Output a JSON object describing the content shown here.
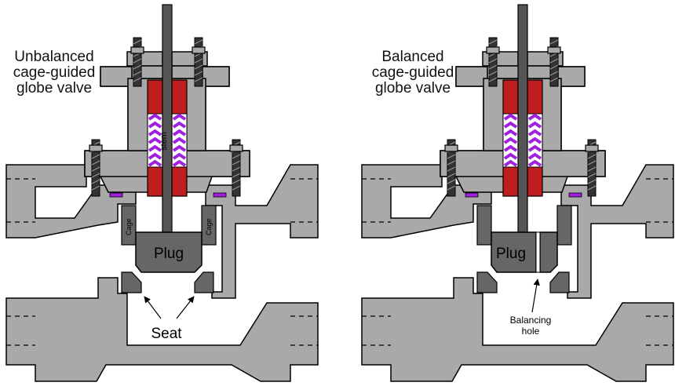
{
  "left_valve": {
    "title": [
      "Unbalanced",
      "cage-guided",
      "globe valve"
    ],
    "stem_label": "stem",
    "cage_label": "Cage",
    "plug_label": "Plug",
    "seat_label": "Seat"
  },
  "right_valve": {
    "title": [
      "Balanced",
      "cage-guided",
      "globe valve"
    ],
    "plug_label": "Plug",
    "hole_label": [
      "Balancing",
      "hole"
    ]
  },
  "colors": {
    "body": "#a9a9a9",
    "trim": "#666666",
    "stem": "#555555",
    "packing": "#c01e1e",
    "spring": "#a020e0",
    "outline": "#000000"
  }
}
